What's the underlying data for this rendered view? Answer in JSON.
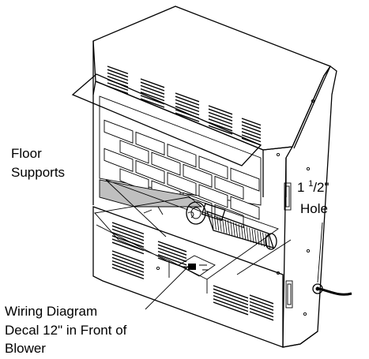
{
  "labels": {
    "floor_supports": [
      "Floor",
      "Supports"
    ],
    "hole": {
      "whole": "1 ",
      "sup": "1",
      "den": "/2\"",
      "word": "Hole"
    },
    "wiring": [
      "Wiring Diagram",
      "Decal 12\" in Front of",
      "Blower"
    ]
  },
  "colors": {
    "line": "#000000",
    "background": "#ffffff",
    "floor_grey": "#bfbfbf",
    "brick_fill": "#ffffff"
  }
}
